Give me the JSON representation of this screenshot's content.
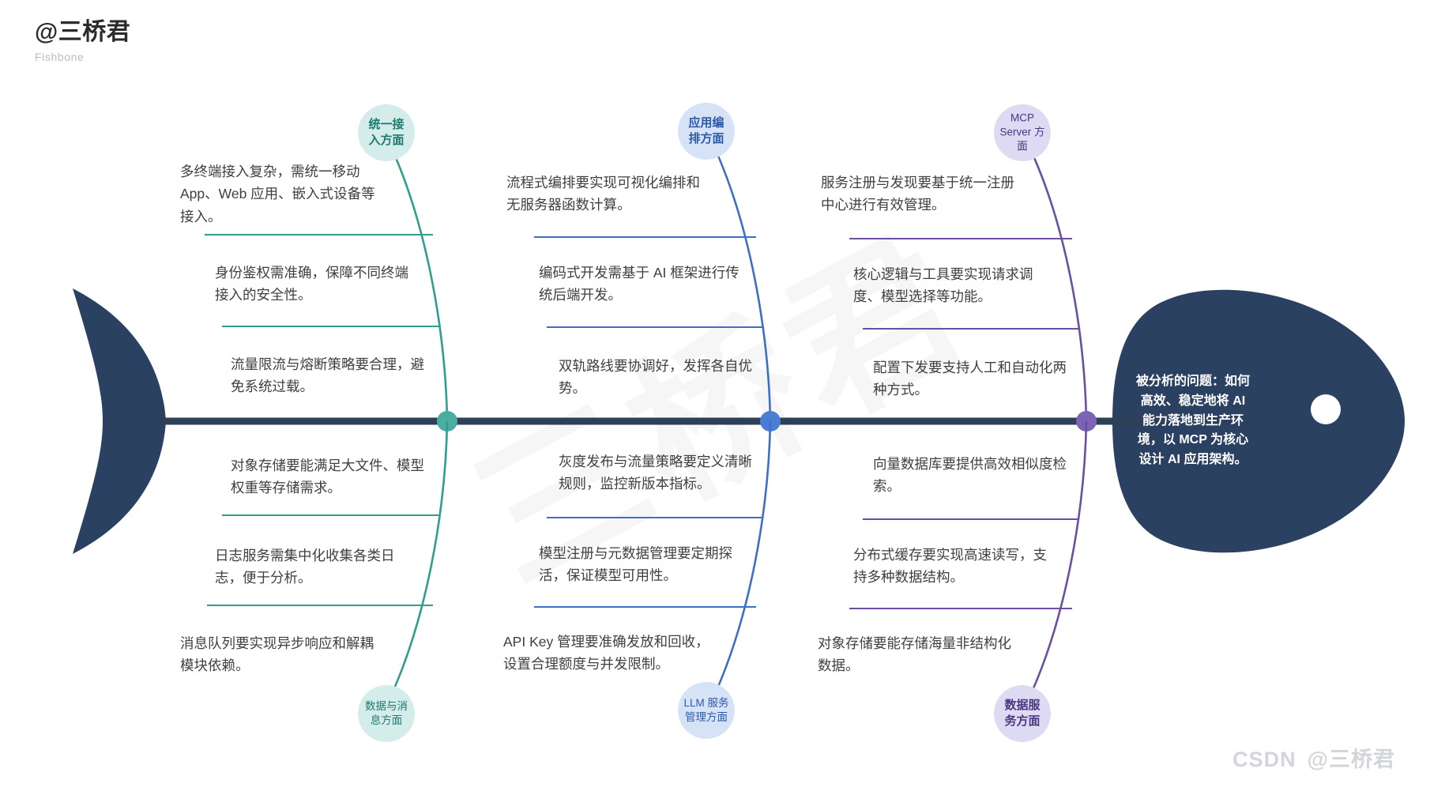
{
  "header": {
    "brand": "@三桥君",
    "subtitle": "Fishbone"
  },
  "watermark": {
    "center": "三桥君",
    "csdn": "CSDN",
    "handle": "@三桥君"
  },
  "colors": {
    "spine": "#2e4057",
    "fish_body": "#2b4161",
    "teal": "#2f9e8f",
    "blue": "#3f6fc4",
    "purple": "#6b4fa0",
    "bubble_teal_fill": "#d4ecea",
    "bubble_blue_fill": "#d6e3f7",
    "bubble_purple_fill": "#dcdbf3",
    "text": "#3f3f3f"
  },
  "head": {
    "label": "被分析的问题：如何\n高效、稳定地将 AI\n能力落地到生产环\n境，以 MCP 为核心\n设计 AI 应用架构。"
  },
  "categories": [
    {
      "id": "unified-access",
      "label": "统一接\n入方面",
      "position": "top",
      "color": "#2f9e8f",
      "fill": "#d4ecea",
      "causes": [
        "多终端接入复杂，需统一移动\nApp、Web 应用、嵌入式设备等\n接入。",
        "身份鉴权需准确，保障不同终端\n接入的安全性。",
        "流量限流与熔断策略要合理，避\n免系统过载。"
      ]
    },
    {
      "id": "app-orchestration",
      "label": "应用编\n排方面",
      "position": "top",
      "color": "#3f6fc4",
      "fill": "#d6e3f7",
      "causes": [
        "流程式编排要实现可视化编排和\n无服务器函数计算。",
        "编码式开发需基于 AI 框架进行传\n统后端开发。",
        "双轨路线要协调好，发挥各自优\n势。"
      ]
    },
    {
      "id": "mcp-server",
      "label": "MCP\nServer 方\n面",
      "position": "top",
      "color": "#6b4fa0",
      "fill": "#dcdbf3",
      "causes": [
        "服务注册与发现要基于统一注册\n中心进行有效管理。",
        "核心逻辑与工具要实现请求调\n度、模型选择等功能。",
        "配置下发要支持人工和自动化两\n种方式。"
      ]
    },
    {
      "id": "data-message",
      "label": "数据与消\n息方面",
      "position": "bottom",
      "color": "#2f9e8f",
      "fill": "#d4ecea",
      "causes": [
        "对象存储要能满足大文件、模型\n权重等存储需求。",
        "日志服务需集中化收集各类日\n志，便于分析。",
        "消息队列要实现异步响应和解耦\n模块依赖。"
      ]
    },
    {
      "id": "llm-service-management",
      "label": "LLM 服务\n管理方面",
      "position": "bottom",
      "color": "#3f6fc4",
      "fill": "#d6e3f7",
      "causes": [
        "灰度发布与流量策略要定义清晰\n规则，监控新版本指标。",
        "模型注册与元数据管理要定期探\n活，保证模型可用性。",
        "API Key 管理要准确发放和回收，\n设置合理额度与并发限制。"
      ]
    },
    {
      "id": "data-service",
      "label": "数据服\n务方面",
      "position": "bottom",
      "color": "#6b4fa0",
      "fill": "#dcdbf3",
      "causes": [
        "向量数据库要提供高效相似度检\n索。",
        "分布式缓存要实现高速读写，支\n持多种数据结构。",
        "对象存储要能存储海量非结构化\n数据。"
      ]
    }
  ]
}
